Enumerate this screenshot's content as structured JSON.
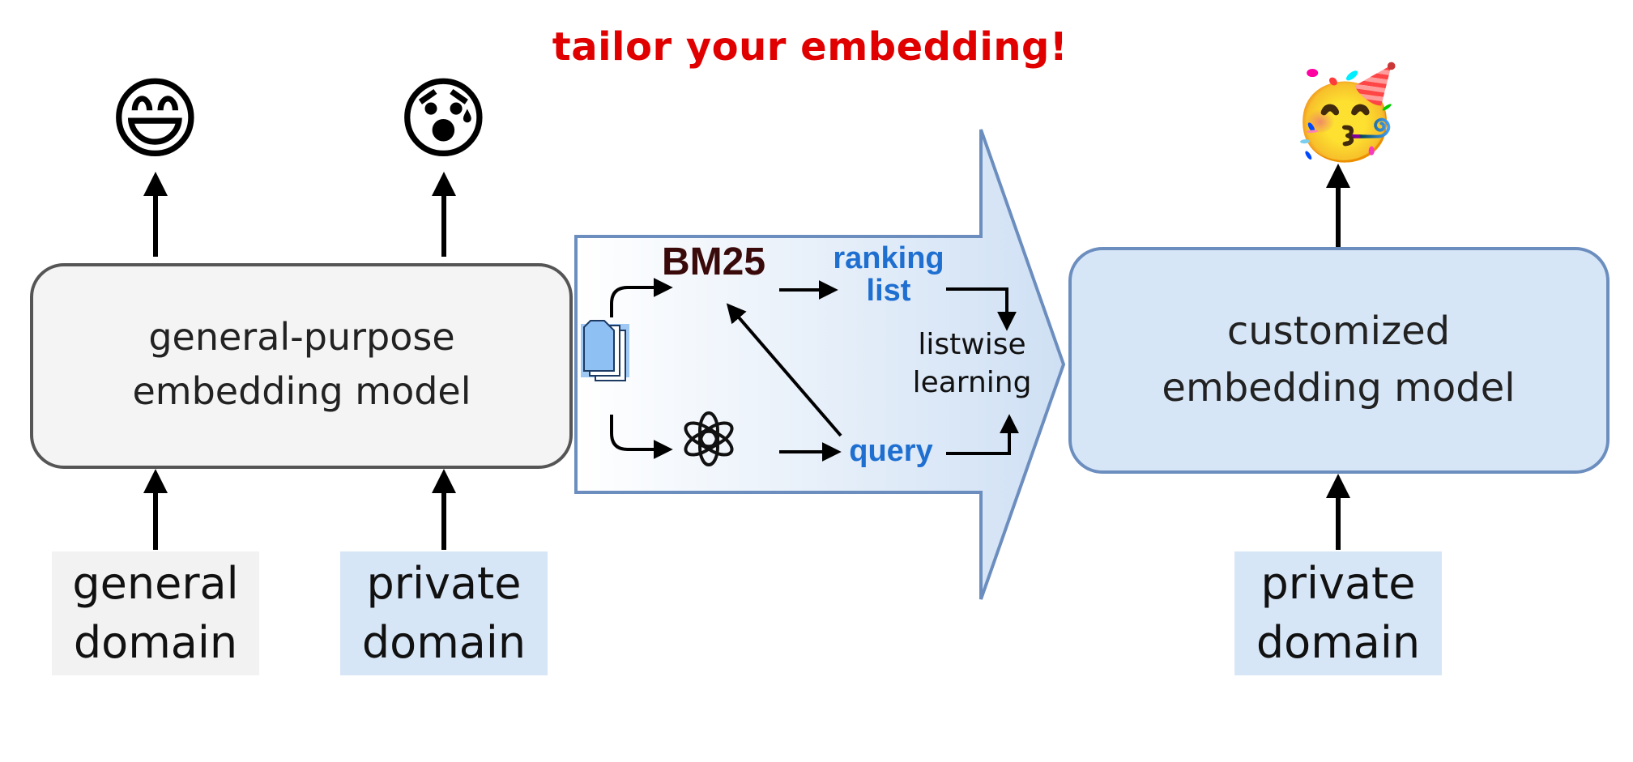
{
  "title": "tailor your embedding!",
  "left_model": {
    "label_line1": "general-purpose",
    "label_line2": "embedding model"
  },
  "right_model": {
    "label_line1": "customized",
    "label_line2": "embedding model"
  },
  "inputs": {
    "general_domain": {
      "line1": "general",
      "line2": "domain"
    },
    "private_domain_left": {
      "line1": "private",
      "line2": "domain"
    },
    "private_domain_right": {
      "line1": "private",
      "line2": "domain"
    }
  },
  "pipeline": {
    "bm25": "BM25",
    "ranking_list_line1": "ranking",
    "ranking_list_line2": "list",
    "query": "query",
    "listwise_line1": "listwise",
    "listwise_line2": "learning"
  },
  "emojis": {
    "happy": "😄",
    "worried": "😰",
    "party": "🥳"
  },
  "icons": {
    "documents": "documents-icon",
    "openai": "openai-logo-icon"
  },
  "colors": {
    "title": "#e00000",
    "accent_blue": "#1f6fd1",
    "blue_fill": "#d7e6f7",
    "blue_border": "#6c8ebf",
    "gray_fill": "#f4f4f4",
    "gray_border": "#555555"
  }
}
